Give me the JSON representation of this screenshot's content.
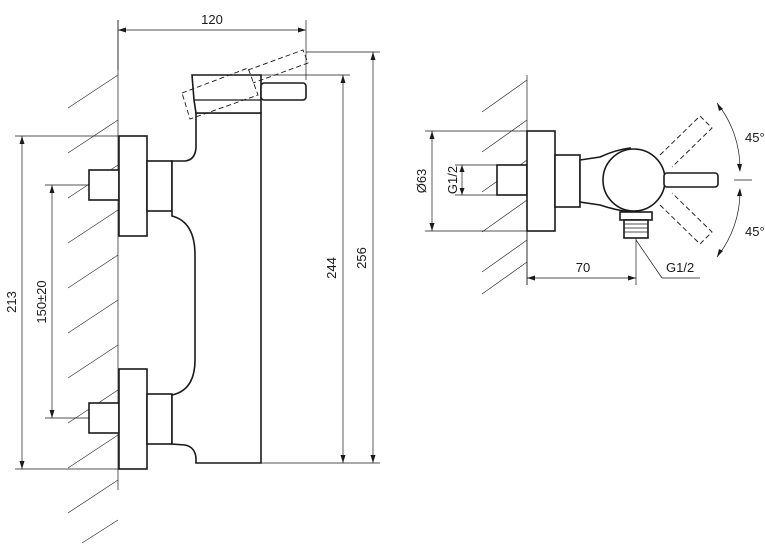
{
  "dimensions": {
    "width_overall": "120",
    "height_244": "244",
    "height_256": "256",
    "height_213": "213",
    "spacing": "150±20",
    "diameter": "Ø63",
    "thread_left": "G1/2",
    "thread_bottom": "G1/2",
    "depth": "70",
    "angle_top": "45°",
    "angle_bottom": "45°"
  }
}
